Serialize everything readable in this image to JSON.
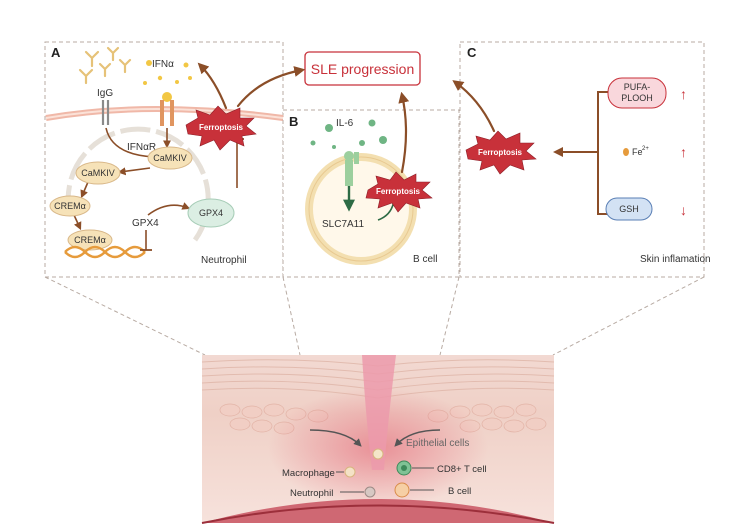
{
  "title_box": {
    "label": "SLE progression"
  },
  "panels": {
    "a": {
      "letter": "A",
      "caption": "Neutrophil"
    },
    "b": {
      "letter": "B",
      "caption": "B cell"
    },
    "c": {
      "letter": "C",
      "caption": "Skin inflamation"
    }
  },
  "panel_a": {
    "igg": "IgG",
    "ifna": "IFNα",
    "ifnar": "IFNαR",
    "camkiv_1": "CaMKIV",
    "camkiv_2": "CaMKIV",
    "crema_1": "CREMα",
    "crema_2": "CREMα",
    "gpx4_gene": "GPX4",
    "gpx4_protein": "GPX4",
    "ferroptosis": "Ferroptosis"
  },
  "panel_b": {
    "il6": "IL-6",
    "slc7a11": "SLC7A11",
    "ferroptosis": "Ferroptosis"
  },
  "panel_c": {
    "ferroptosis": "Ferroptosis",
    "pufa_line1": "PUFA-",
    "pufa_line2": "PLOOH",
    "fe": "Fe",
    "fe_sup": "2+",
    "gsh": "GSH",
    "arrow_up": "↑",
    "arrow_down": "↓"
  },
  "skin": {
    "epithelial": "Epithelial cells",
    "macrophage": "Macrophage",
    "neutrophil": "Neutrophil",
    "cd8": "CD8+ T cell",
    "bcell": "B cell"
  },
  "colors": {
    "accent_red": "#c8313a",
    "brown_arrow": "#8b4e28",
    "node_fill": "#f6e2b8",
    "green": "#4a9a5f",
    "gsh_fill": "#d3e2f4"
  }
}
